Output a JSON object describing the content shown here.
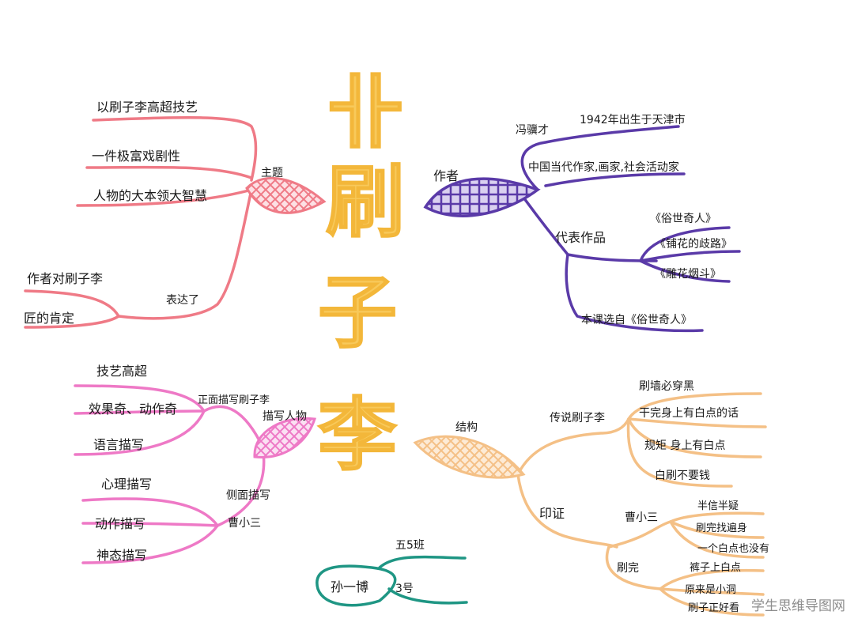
{
  "title": [
    "卝",
    "刷",
    "子",
    "李"
  ],
  "colors": {
    "red": "#ef7a86",
    "purple": "#5a3aa8",
    "pink": "#ee79c6",
    "orange": "#f4c086",
    "teal": "#1f9684",
    "title": "#f8c95a"
  },
  "theme": {
    "label": "主题",
    "items": [
      "以刷子李高超技艺",
      "一件极富戏剧性",
      "人物的大本领大智慧"
    ]
  },
  "express": {
    "label": "表达了",
    "items": [
      "作者对刷子李",
      "匠的肯定"
    ]
  },
  "author": {
    "label": "作者",
    "name": "冯骥才",
    "items": [
      "1942年出生于天津市",
      "中国当代作家,画家,社会活动家"
    ],
    "works_label": "代表作品",
    "works": [
      "《俗世奇人》",
      "《铺花的歧路》",
      "《雕花烟斗》"
    ],
    "source": "本课选自《俗世奇人》"
  },
  "figure": {
    "label": "描写人物",
    "direct": "正面描写刷子李",
    "direct_items": [
      "技艺高超",
      "效果奇、动作奇",
      "语言描写"
    ],
    "side": "侧面描写",
    "side_name": "曹小三",
    "side_items": [
      "心理描写",
      "动作描写",
      "神态描写"
    ]
  },
  "structure": {
    "label": "结构",
    "legend": "传说刷子李",
    "legend_items": [
      "刷墙必穿黑",
      "干完身上有白点的话",
      "规矩 身上有白点",
      "白刷不要钱"
    ],
    "proof": "印证",
    "caosan": "曹小三",
    "caosan_items": [
      "半信半疑",
      "刷完找遍身",
      "一个白点也没有"
    ],
    "after": "刷完",
    "after_items": [
      "裤子上白点",
      "原来是小洞",
      "刷子正好看"
    ]
  },
  "student": {
    "class": "五5班",
    "name": "孙一博",
    "number": "3号"
  },
  "watermark": "学生思维导图网"
}
